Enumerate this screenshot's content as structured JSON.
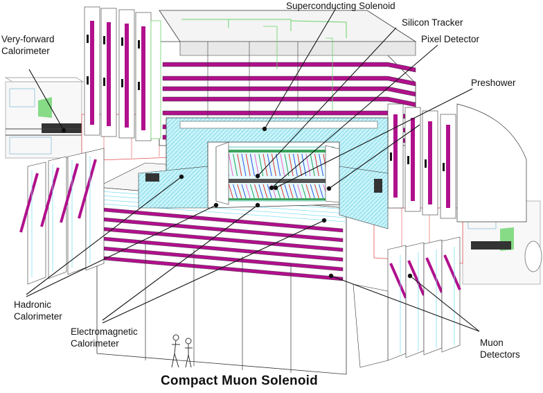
{
  "title": "Compact  Muon  Solenoid",
  "labels": {
    "very_forward_line1": "Very-forward",
    "very_forward_line2": "Calorimeter",
    "solenoid": "Superconducting Solenoid",
    "silicon_tracker": "Silicon Tracker",
    "pixel_detector": "Pixel Detector",
    "preshower": "Preshower",
    "hadronic_line1": "Hadronic",
    "hadronic_line2": "Calorimeter",
    "em_line1": "Electromagnetic",
    "em_line2": "Calorimeter",
    "muon_line1": "Muon",
    "muon_line2": "Detectors"
  },
  "colors": {
    "magenta": "#b0108c",
    "pink": "#f060c8",
    "green": "#5fd06a",
    "cyan": "#7fe0f0",
    "red": "#e03030",
    "blue": "#3050e0",
    "line": "#111111"
  }
}
